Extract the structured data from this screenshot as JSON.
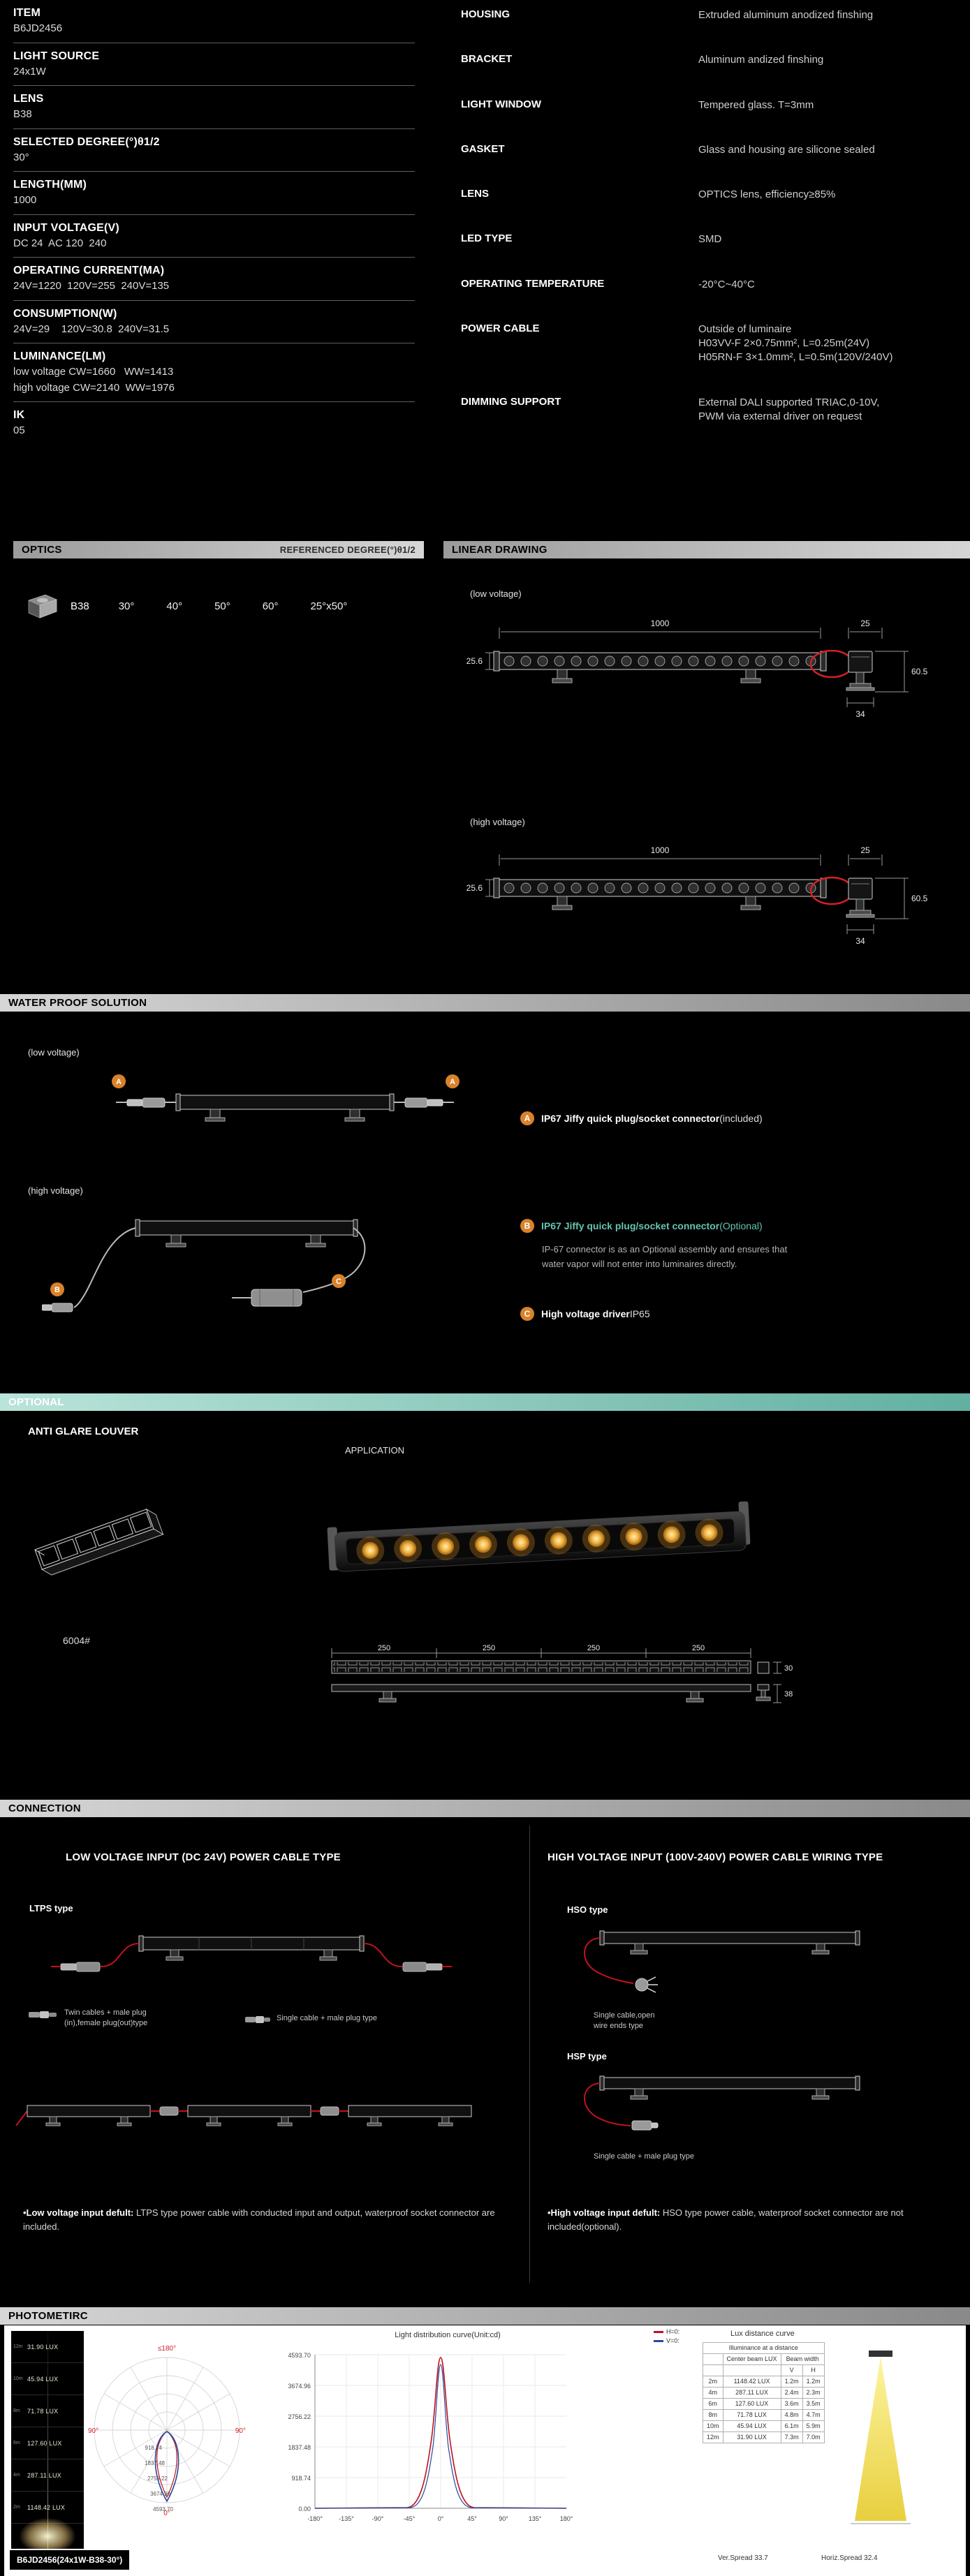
{
  "specs_left": [
    {
      "label": "ITEM",
      "lines": [
        "B6JD2456"
      ]
    },
    {
      "label": "LIGHT SOURCE",
      "lines": [
        "24x1W"
      ]
    },
    {
      "label": "LENS",
      "lines": [
        "B38"
      ]
    },
    {
      "label": "SELECTED DEGREE(°)θ1/2",
      "lines": [
        "30°"
      ]
    },
    {
      "label": "LENGTH(MM)",
      "lines": [
        "1000"
      ]
    },
    {
      "label": "INPUT VOLTAGE(V)",
      "lines": [
        "DC 24  AC 120  240"
      ]
    },
    {
      "label": "OPERATING CURRENT(MA)",
      "lines": [
        "24V=1220  120V=255  240V=135"
      ]
    },
    {
      "label": "CONSUMPTION(W)",
      "lines": [
        "24V=29    120V=30.8  240V=31.5"
      ]
    },
    {
      "label": "LUMINANCE(LM)",
      "lines": [
        "low voltage CW=1660   WW=1413",
        "high voltage CW=2140  WW=1976"
      ]
    },
    {
      "label": "IK",
      "lines": [
        "05"
      ]
    }
  ],
  "specs_right": [
    {
      "label": "HOUSING",
      "lines": [
        "Extruded aluminum anodized finshing"
      ]
    },
    {
      "label": "BRACKET",
      "lines": [
        "Aluminum andized finshing"
      ]
    },
    {
      "label": "LIGHT WINDOW",
      "lines": [
        "Tempered glass. T=3mm"
      ]
    },
    {
      "label": "GASKET",
      "lines": [
        "Glass and housing are silicone sealed"
      ]
    },
    {
      "label": "LENS",
      "lines": [
        "OPTICS lens, efficiency≥85%"
      ]
    },
    {
      "label": "LED TYPE",
      "lines": [
        "SMD"
      ]
    },
    {
      "label": "OPERATING TEMPERATURE",
      "lines": [
        "-20°C~40°C"
      ]
    },
    {
      "label": "POWER CABLE",
      "lines": [
        "Outside of luminaire",
        "H03VV-F 2×0.75mm², L=0.25m(24V)",
        "H05RN-F 3×1.0mm², L=0.5m(120V/240V)"
      ]
    },
    {
      "label": "DIMMING SUPPORT",
      "lines": [
        "External DALI supported TRIAC,0-10V,",
        "PWM via external driver on request"
      ]
    }
  ],
  "optics": {
    "title": "OPTICS",
    "ref_label": "REFERENCED DEGREE(°)θ1/2",
    "lens_code": "B38",
    "degrees": [
      "30°",
      "40°",
      "50°",
      "60°",
      "25°x50°"
    ]
  },
  "linear": {
    "title": "LINEAR DRAWING",
    "low_label": "(low voltage)",
    "high_label": "(high voltage)",
    "dims": {
      "length": "1000",
      "end": "25",
      "height_left": "25.6",
      "height_right": "60.5",
      "bracket": "34"
    }
  },
  "waterproof": {
    "title": "WATER PROOF SOLUTION",
    "low_label": "(low voltage)",
    "high_label": "(high voltage)",
    "note_a_badge": "A",
    "note_a_bold": "IP67 Jiffy quick plug/socket connector",
    "note_a_suffix": "(included)",
    "note_b_badge": "B",
    "note_b_bold": "IP67 Jiffy quick plug/socket connector",
    "note_b_suffix": " (Optional)",
    "note_b_text": [
      "IP-67 connector is as an Optional assembly and ensures that",
      "water vapor will not enter into luminaires directly."
    ],
    "note_c_badge": "C",
    "note_c_bold": "High voltage driver",
    "note_c_suffix": " IP65"
  },
  "optional": {
    "title": "OPTIONAL",
    "louver_title": "ANTI GLARE LOUVER",
    "louver_code": "6004#",
    "application_label": "APPLICATION",
    "dims": [
      "250",
      "250",
      "250",
      "250"
    ],
    "dim_h": "30",
    "dim_h2": "38"
  },
  "connection": {
    "title": "CONNECTION",
    "low_heading": "LOW VOLTAGE INPUT (DC 24V) POWER CABLE TYPE",
    "ltps_label": "LTPS type",
    "cap_twin": [
      "Twin cables + male plug",
      "(in),female plug(out)type"
    ],
    "cap_single": "Single cable + male plug type",
    "low_note_bold": "•Low voltage input defult:",
    "low_note_rest": " LTPS type power cable with conducted input and output, waterproof socket connector are included.",
    "high_heading": "HIGH VOLTAGE INPUT (100V-240V)  POWER CABLE WIRING TYPE",
    "hso_label": "HSO type",
    "hso_caption": [
      "Single cable,open",
      "wire ends type"
    ],
    "hsp_label": "HSP type",
    "hsp_caption": "Single cable + male plug type",
    "high_note_bold": "•High voltage input defult:",
    "high_note_rest": " HSO type power cable, waterproof socket connector are not included(optional)."
  },
  "photometric": {
    "title": "PHOTOMETIRC",
    "beam_rows": [
      {
        "d": "12m",
        "lux": "31.90 LUX"
      },
      {
        "d": "10m",
        "lux": "45.94 LUX"
      },
      {
        "d": "8m",
        "lux": "71.78 LUX"
      },
      {
        "d": "6m",
        "lux": "127.60 LUX"
      },
      {
        "d": "4m",
        "lux": "287.11 LUX"
      },
      {
        "d": "2m",
        "lux": "1148.42 LUX"
      }
    ],
    "polar": {
      "top": "≤180°",
      "left": "90°",
      "right": "90°",
      "bottom": "0°",
      "radial": [
        "918.74",
        "1837.48",
        "2756.22",
        "3674.96",
        "4593.70"
      ]
    },
    "curve": {
      "title": "Light distribution curve(Unit:cd)",
      "legend_h": "H=0:",
      "legend_v": "V=0:",
      "y_labels": [
        "4593.70",
        "3674.96",
        "2756.22",
        "1837.48",
        "918.74",
        "0.00"
      ],
      "x_labels": [
        "-180°",
        "-135°",
        "-90°",
        "-45°",
        "0°",
        "45°",
        "90°",
        "135°",
        "180°"
      ]
    },
    "lux_table": {
      "title": "Lux distance curve",
      "header1": "Illuminance at a distance",
      "col_center": "Center beam LUX",
      "col_beam": "Beam width",
      "sub_v": "V",
      "sub_h": "H",
      "rows": [
        [
          "2m",
          "1148.42 LUX",
          "1.2m",
          "1.2m"
        ],
        [
          "4m",
          "287.11 LUX",
          "2.4m",
          "2.3m"
        ],
        [
          "6m",
          "127.60 LUX",
          "3.6m",
          "3.5m"
        ],
        [
          "8m",
          "71.78 LUX",
          "4.8m",
          "4.7m"
        ],
        [
          "10m",
          "45.94 LUX",
          "6.1m",
          "5.9m"
        ],
        [
          "12m",
          "31.90 LUX",
          "7.3m",
          "7.0m"
        ]
      ],
      "ver_spread": "Ver.Spread 33.7",
      "horiz_spread": "Horiz.Spread 32.4"
    },
    "footer_label": "B6JD2456(24x1W-B38-30°)"
  }
}
